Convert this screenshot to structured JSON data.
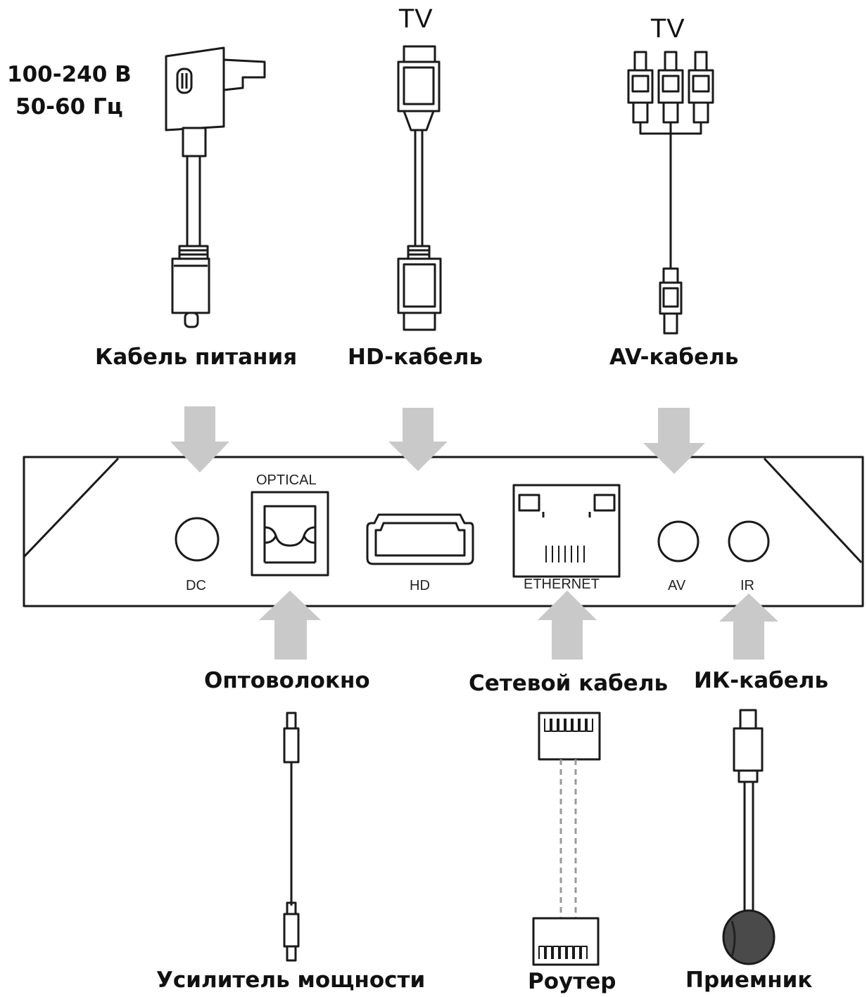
{
  "power": {
    "voltage": "100-240 В",
    "frequency": "50-60 Гц"
  },
  "top_cables": {
    "power_cable": "Кабель питания",
    "hd_cable": "HD-кабель",
    "av_cable": "AV-кабель",
    "hd_destination": "TV",
    "av_destination": "TV"
  },
  "ports": {
    "dc": "DC",
    "optical": "OPTICAL",
    "hd": "HD",
    "ethernet": "ETHERNET",
    "av": "AV",
    "ir": "IR"
  },
  "bottom_cables": {
    "optical_fiber": "Оптоволокно",
    "network_cable": "Сетевой кабель",
    "ir_cable": "ИК-кабель",
    "amplifier": "Усилитель мощности",
    "router": "Роутер",
    "receiver": "Приемник"
  },
  "colors": {
    "arrow": "#c9c9c9",
    "line": "#1a1a1a",
    "ir_receiver": "#4a4a4a"
  }
}
